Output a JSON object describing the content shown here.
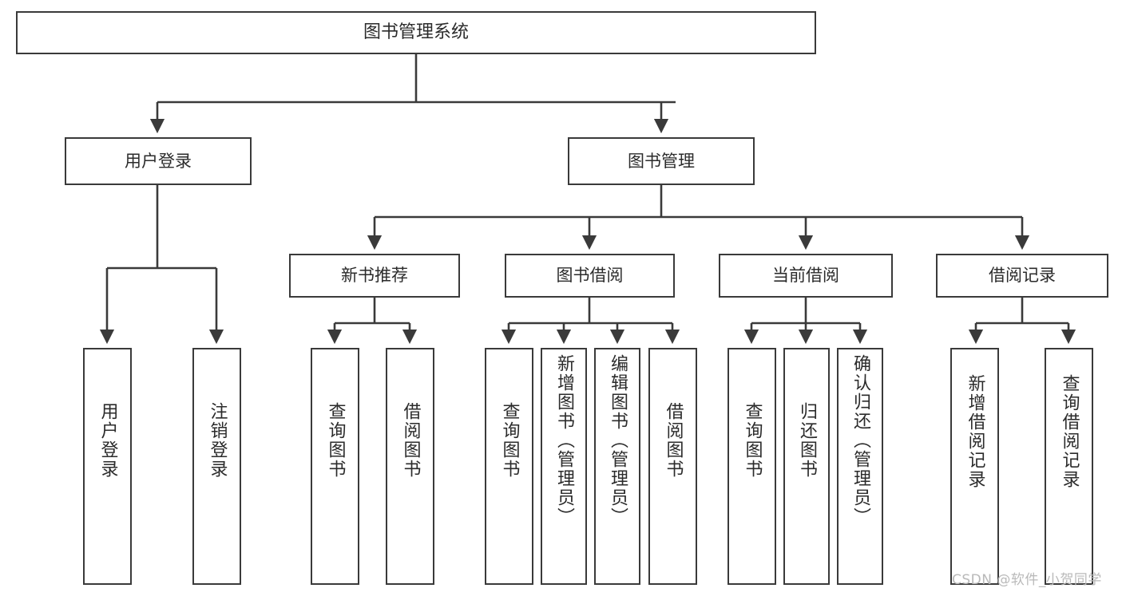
{
  "diagram": {
    "title": "图书管理系统",
    "type": "hierarchy-tree",
    "orientation": "top-down",
    "colors": {
      "stroke": "#3a3a3a",
      "text": "#2b2b2b",
      "background": "#ffffff",
      "watermark": "#b9b9b9"
    },
    "levels": [
      {
        "level": 0,
        "nodes": [
          {
            "id": "root",
            "label": "图书管理系统",
            "orientation": "horizontal"
          }
        ]
      },
      {
        "level": 1,
        "nodes": [
          {
            "id": "user-login",
            "label": "用户登录",
            "orientation": "horizontal",
            "parent": "root"
          },
          {
            "id": "book-manage",
            "label": "图书管理",
            "orientation": "horizontal",
            "parent": "root"
          }
        ]
      },
      {
        "level": 2,
        "nodes": [
          {
            "id": "new-book-recommend",
            "label": "新书推荐",
            "orientation": "horizontal",
            "parent": "book-manage"
          },
          {
            "id": "book-borrow",
            "label": "图书借阅",
            "orientation": "horizontal",
            "parent": "book-manage"
          },
          {
            "id": "current-borrow",
            "label": "当前借阅",
            "orientation": "horizontal",
            "parent": "book-manage"
          },
          {
            "id": "borrow-record",
            "label": "借阅记录",
            "orientation": "horizontal",
            "parent": "book-manage"
          }
        ]
      },
      {
        "level": 3,
        "nodes": [
          {
            "id": "leaf-user-login",
            "label": "用户登录",
            "orientation": "vertical",
            "parent": "user-login"
          },
          {
            "id": "leaf-logout",
            "label": "注销登录",
            "orientation": "vertical",
            "parent": "user-login"
          },
          {
            "id": "leaf-query-book-1",
            "label": "查询图书",
            "orientation": "vertical",
            "parent": "new-book-recommend"
          },
          {
            "id": "leaf-borrow-book-1",
            "label": "借阅图书",
            "orientation": "vertical",
            "parent": "new-book-recommend"
          },
          {
            "id": "leaf-query-book-2",
            "label": "查询图书",
            "orientation": "vertical",
            "parent": "book-borrow"
          },
          {
            "id": "leaf-add-book",
            "label": "新增图书（管理员）",
            "orientation": "vertical",
            "parent": "book-borrow"
          },
          {
            "id": "leaf-edit-book",
            "label": "编辑图书（管理员）",
            "orientation": "vertical",
            "parent": "book-borrow"
          },
          {
            "id": "leaf-borrow-book-2",
            "label": "借阅图书",
            "orientation": "vertical",
            "parent": "book-borrow"
          },
          {
            "id": "leaf-query-book-3",
            "label": "查询图书",
            "orientation": "vertical",
            "parent": "current-borrow"
          },
          {
            "id": "leaf-return-book",
            "label": "归还图书",
            "orientation": "vertical",
            "parent": "current-borrow"
          },
          {
            "id": "leaf-confirm-return",
            "label": "确认归还（管理员）",
            "orientation": "vertical",
            "parent": "current-borrow"
          },
          {
            "id": "leaf-add-record",
            "label": "新增借阅记录",
            "orientation": "vertical",
            "parent": "borrow-record"
          },
          {
            "id": "leaf-query-record",
            "label": "查询借阅记录",
            "orientation": "vertical",
            "parent": "borrow-record"
          }
        ]
      }
    ]
  },
  "watermark": {
    "text": "CSDN @软件_小贺同学"
  }
}
